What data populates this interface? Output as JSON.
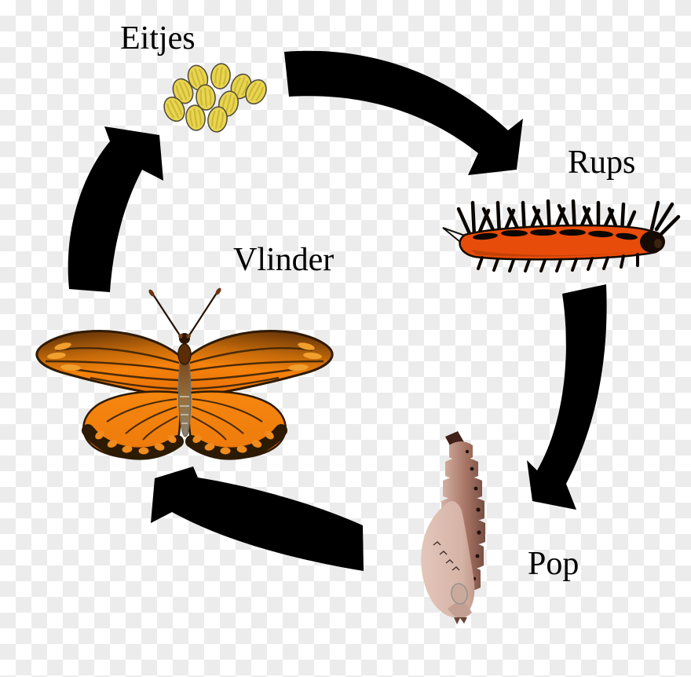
{
  "diagram": {
    "type": "life-cycle",
    "subject": "butterfly life cycle (Dutch labels)",
    "stages": [
      {
        "id": "eggs",
        "label": "Eitjes"
      },
      {
        "id": "caterpillar",
        "label": "Rups"
      },
      {
        "id": "pupa",
        "label": "Pop"
      },
      {
        "id": "butterfly",
        "label": "Vlinder"
      }
    ],
    "arrows": [
      {
        "from": "Eitjes",
        "to": "Rups"
      },
      {
        "from": "Rups",
        "to": "Pop"
      },
      {
        "from": "Pop",
        "to": "Vlinder"
      },
      {
        "from": "Vlinder",
        "to": "Eitjes"
      }
    ],
    "colors": {
      "arrow": "#000000",
      "text": "#000000",
      "egg_yellow": "#e9d54e",
      "egg_stripe": "#ccb93a",
      "egg_outline": "#55503f",
      "caterpillar_orange": "#e84c0a",
      "caterpillar_black": "#0d0701",
      "butterfly_orange": "#f5820b",
      "butterfly_dark_brown": "#2f1a04",
      "butterfly_spot_orange": "#f08c1e",
      "pupa_pink": "#dcbcb4",
      "pupa_dark": "#6e463c",
      "checker_gray": "#ececec",
      "checker_white": "#ffffff"
    }
  }
}
